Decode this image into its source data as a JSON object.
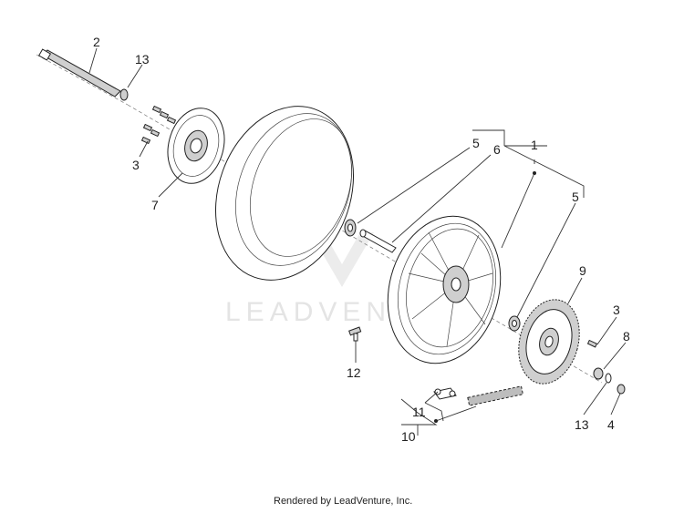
{
  "diagram": {
    "callouts": {
      "axle": "2",
      "axle_washer": "13",
      "disc_bolts": "3",
      "brake_disc": "7",
      "bearing_left": "5",
      "spacer": "6",
      "wheel_assembly": "1",
      "bearing_right": "5",
      "sprocket": "9",
      "sprocket_bolt": "3",
      "nut_washer_8": "8",
      "washer_13": "13",
      "nut_4": "4",
      "valve": "12",
      "chain_link_11": "11",
      "chain_10": "10"
    },
    "watermark": "LEADVENTURE",
    "footer": "Rendered by LeadVenture, Inc."
  }
}
